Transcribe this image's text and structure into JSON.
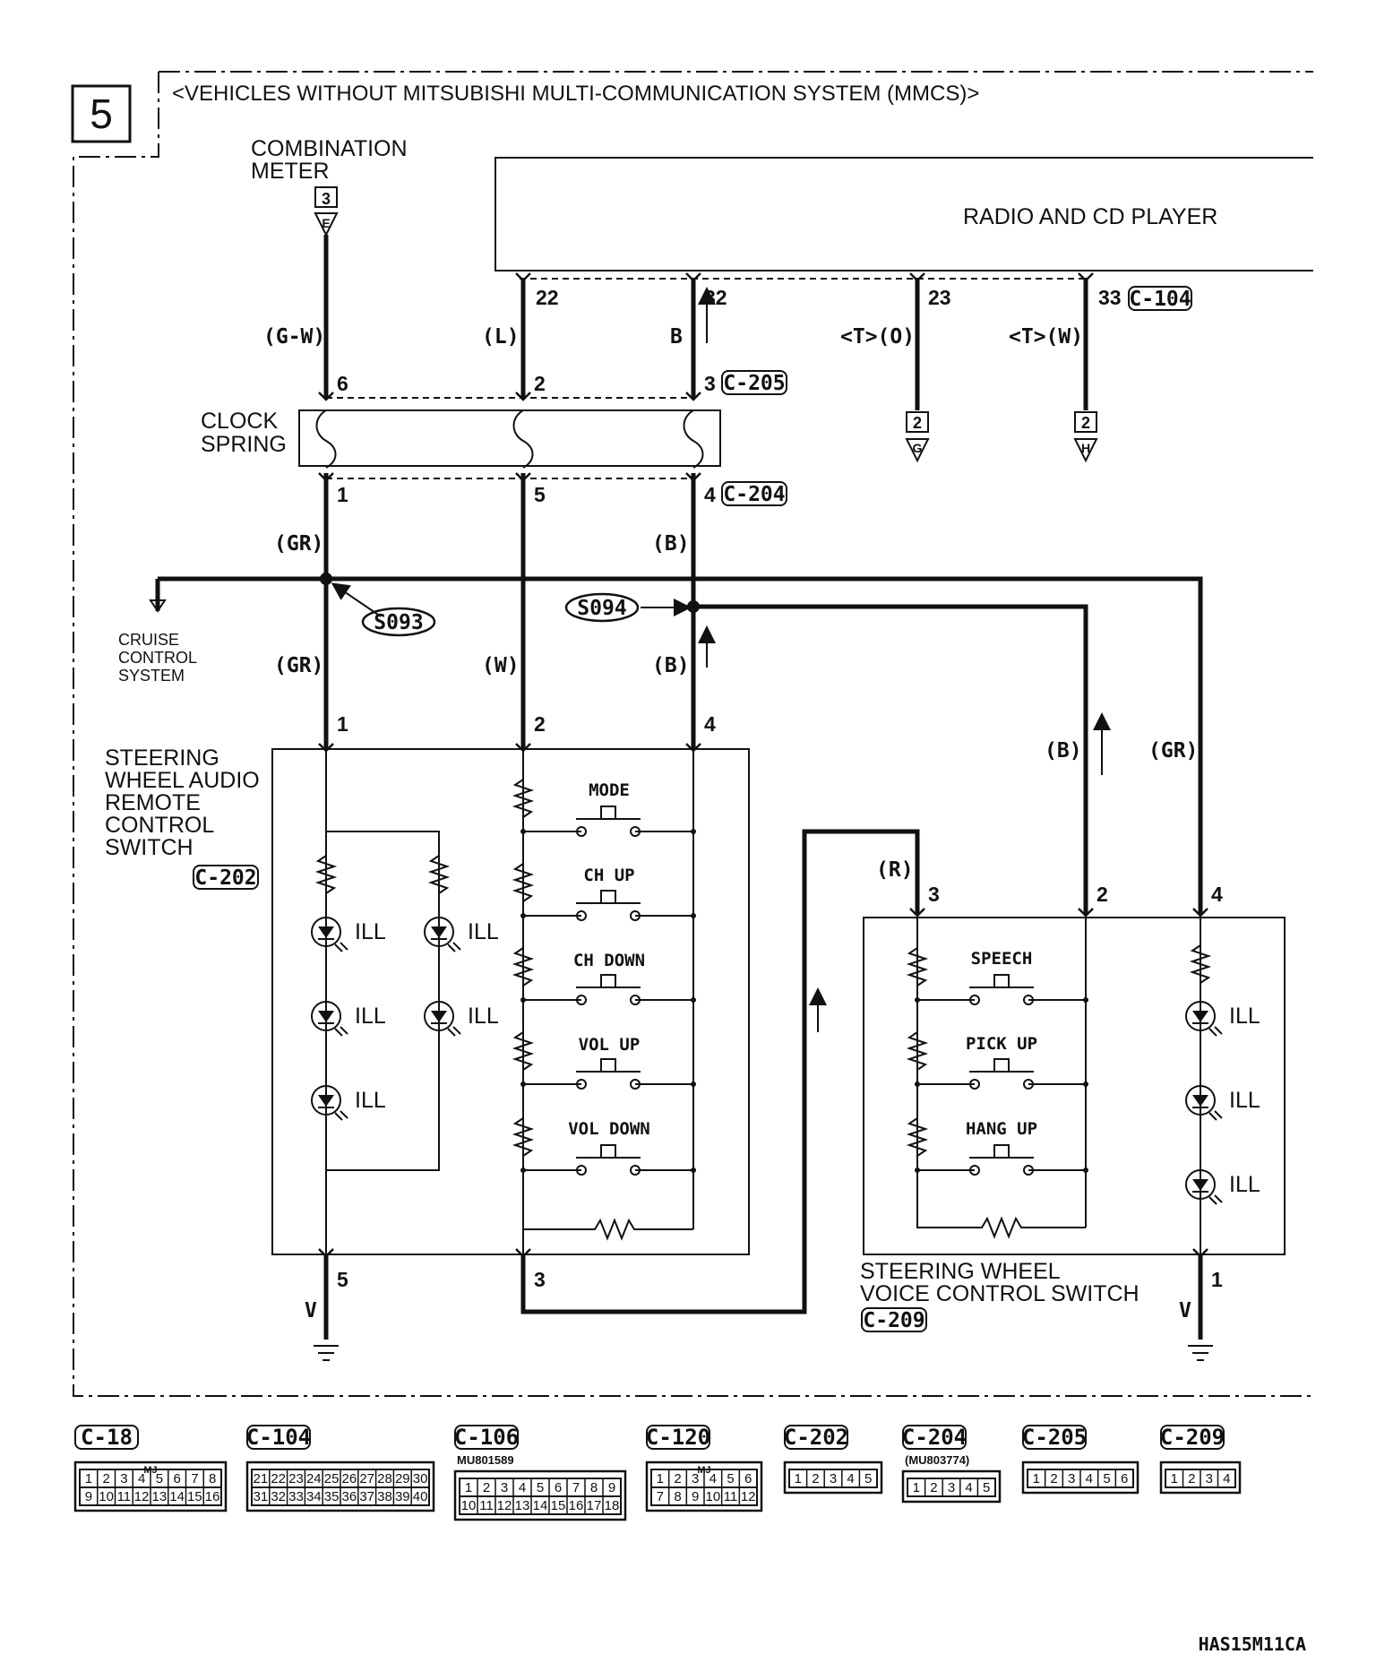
{
  "page": {
    "section_number": "5",
    "title": "<VEHICLES WITHOUT MITSUBISHI MULTI-COMMUNICATION SYSTEM (MMCS)>",
    "figure_code": "HAS15M11CA"
  },
  "components": {
    "combination_meter": {
      "line1": "COMBINATION",
      "line2": "METER",
      "ref_num": "3",
      "ref_letter": "E"
    },
    "radio": {
      "label": "RADIO AND CD PLAYER",
      "connector": "C-104"
    },
    "clock_spring": {
      "line1": "CLOCK",
      "line2": "SPRING",
      "conn_top": "C-205",
      "conn_bottom": "C-204"
    },
    "cruise": {
      "line1": "CRUISE",
      "line2": "CONTROL",
      "line3": "SYSTEM"
    },
    "audio_switch": {
      "line1": "STEERING",
      "line2": "WHEEL AUDIO",
      "line3": "REMOTE",
      "line4": "CONTROL",
      "line5": "SWITCH",
      "connector": "C-202"
    },
    "voice_switch": {
      "line1": "STEERING WHEEL",
      "line2": "VOICE CONTROL SWITCH",
      "connector": "C-209"
    },
    "ground_g": {
      "ref_num": "2",
      "ref_letter": "G"
    },
    "ground_h": {
      "ref_num": "2",
      "ref_letter": "H"
    }
  },
  "splices": {
    "s093": "S093",
    "s094": "S094"
  },
  "wire_colors": {
    "g_w": "(G-W)",
    "l": "(L)",
    "b_plain": "B",
    "t_o": "<T>(O)",
    "t_w": "<T>(W)",
    "gr_1": "(GR)",
    "b_1": "(B)",
    "gr_2": "(GR)",
    "w": "(W)",
    "b_2": "(B)",
    "b_3": "(B)",
    "gr_3": "(GR)",
    "r": "(R)",
    "v_1": "V",
    "v_2": "V"
  },
  "pins": {
    "radio_22": "22",
    "radio_32": "32",
    "radio_23": "23",
    "radio_33": "33",
    "cs_top_6": "6",
    "cs_top_2": "2",
    "cs_top_3": "3",
    "cs_bot_1": "1",
    "cs_bot_5": "5",
    "cs_bot_4": "4",
    "aud_1": "1",
    "aud_2": "2",
    "aud_4": "4",
    "aud_5": "5",
    "aud_3": "3",
    "voi_3": "3",
    "voi_2": "2",
    "voi_4": "4",
    "voi_1": "1"
  },
  "buttons": {
    "mode": "MODE",
    "ch_up": "CH UP",
    "ch_down": "CH DOWN",
    "vol_up": "VOL UP",
    "vol_down": "VOL DOWN",
    "speech": "SPEECH",
    "pick_up": "PICK UP",
    "hang_up": "HANG UP"
  },
  "ill_label": "ILL",
  "connectors": [
    {
      "id": "C-18",
      "sub": "",
      "rows": [
        [
          "1",
          "2",
          "3",
          "4",
          "5",
          "6",
          "7",
          "8"
        ],
        [
          "9",
          "10",
          "11",
          "12",
          "13",
          "14",
          "15",
          "16"
        ]
      ],
      "tag": "MJ"
    },
    {
      "id": "C-104",
      "sub": "",
      "rows": [
        [
          "21",
          "22",
          "23",
          "24",
          "25",
          "26",
          "27",
          "28",
          "29",
          "30"
        ],
        [
          "31",
          "32",
          "33",
          "34",
          "35",
          "36",
          "37",
          "38",
          "39",
          "40"
        ]
      ],
      "tag": ""
    },
    {
      "id": "C-106",
      "sub": "MU801589",
      "rows": [
        [
          "1",
          "2",
          "3",
          "4",
          "5",
          "6",
          "7",
          "8",
          "9"
        ],
        [
          "10",
          "11",
          "12",
          "13",
          "14",
          "15",
          "16",
          "17",
          "18"
        ]
      ],
      "tag": ""
    },
    {
      "id": "C-120",
      "sub": "",
      "rows": [
        [
          "1",
          "2",
          "3",
          "4",
          "5",
          "6"
        ],
        [
          "7",
          "8",
          "9",
          "10",
          "11",
          "12"
        ]
      ],
      "tag": "MJ"
    },
    {
      "id": "C-202",
      "sub": "",
      "rows": [
        [
          "1",
          "2",
          "3",
          "4",
          "5"
        ]
      ],
      "tag": ""
    },
    {
      "id": "C-204",
      "sub": "(MU803774)",
      "rows": [
        [
          "1",
          "2",
          "3",
          "4",
          "5"
        ]
      ],
      "tag": ""
    },
    {
      "id": "C-205",
      "sub": "",
      "rows": [
        [
          "1",
          "2",
          "3",
          "4",
          "5",
          "6"
        ]
      ],
      "tag": ""
    },
    {
      "id": "C-209",
      "sub": "",
      "rows": [
        [
          "1",
          "2",
          "3",
          "4"
        ]
      ],
      "tag": ""
    }
  ]
}
